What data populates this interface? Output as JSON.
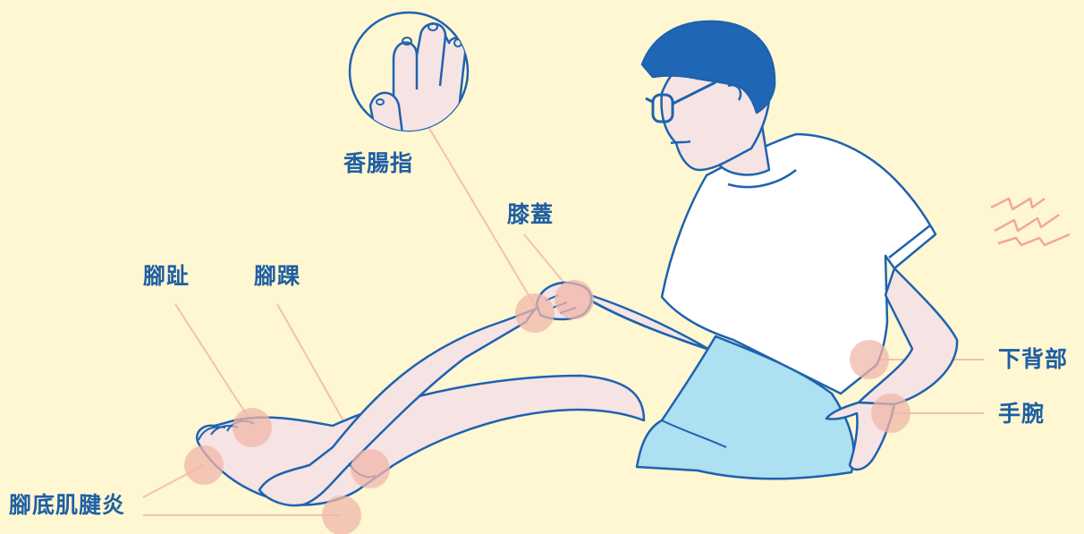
{
  "labels": {
    "sausage_finger": "香腸指",
    "knee": "膝蓋",
    "toe": "腳趾",
    "ankle": "腳踝",
    "plantar_fasciitis": "腳底肌腱炎",
    "lower_back": "下背部",
    "wrist": "手腕"
  },
  "colors": {
    "background": "#FEF7D1",
    "outline": "#1E62B0",
    "hair": "#1F66B5",
    "skin": "#F6E3E3",
    "shorts": "#ADE0F0",
    "spot": "#F0B7A9",
    "leader_line": "#F2C1B4",
    "label_text": "#1f5fa3"
  },
  "icons": [
    "pain-spot",
    "pain-zigzag",
    "finger-zoom-circle"
  ]
}
